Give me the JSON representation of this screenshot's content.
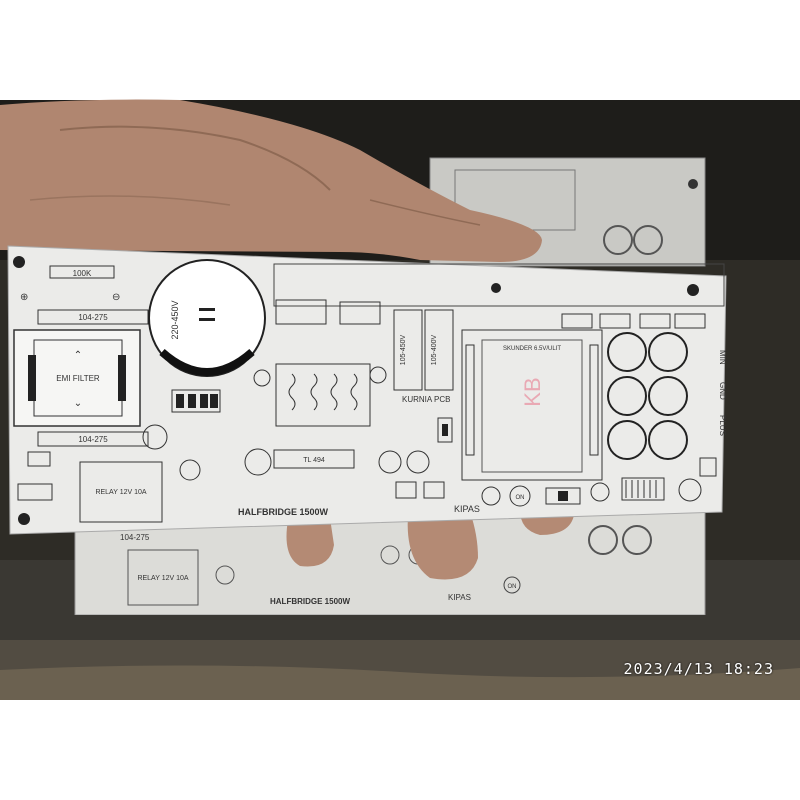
{
  "photo": {
    "timestamp": "2023/4/13  18:23",
    "board_front": {
      "title": "HALFBRIDGE 1500W",
      "brand": "KURNIA PCB",
      "relay": "RELAY 12V 10A",
      "filter": "EMI FILTER",
      "cap_main": "220-450V",
      "cap_top": "100K",
      "cap_104a": "104-275",
      "cap_104b": "104-275",
      "fan": "KIPAS",
      "on": "ON",
      "secondary": "SKUNDER 6.5V/ULIT",
      "cap_a": "105-450V",
      "cap_b": "105-400V",
      "outputs": [
        "MIN",
        "GND",
        "PLUS"
      ],
      "logo": "KB",
      "ic": "TL 494"
    },
    "board_back": {
      "title": "HALFBRIDGE 1500W",
      "relay": "RELAY 12V 10A",
      "cap_104": "104-275",
      "fan": "KIPAS",
      "on": "ON"
    }
  },
  "colors": {
    "ground": "#2e2c26",
    "pcb": "#ebebe9",
    "silk": "#333333",
    "skin": "#b08670"
  }
}
